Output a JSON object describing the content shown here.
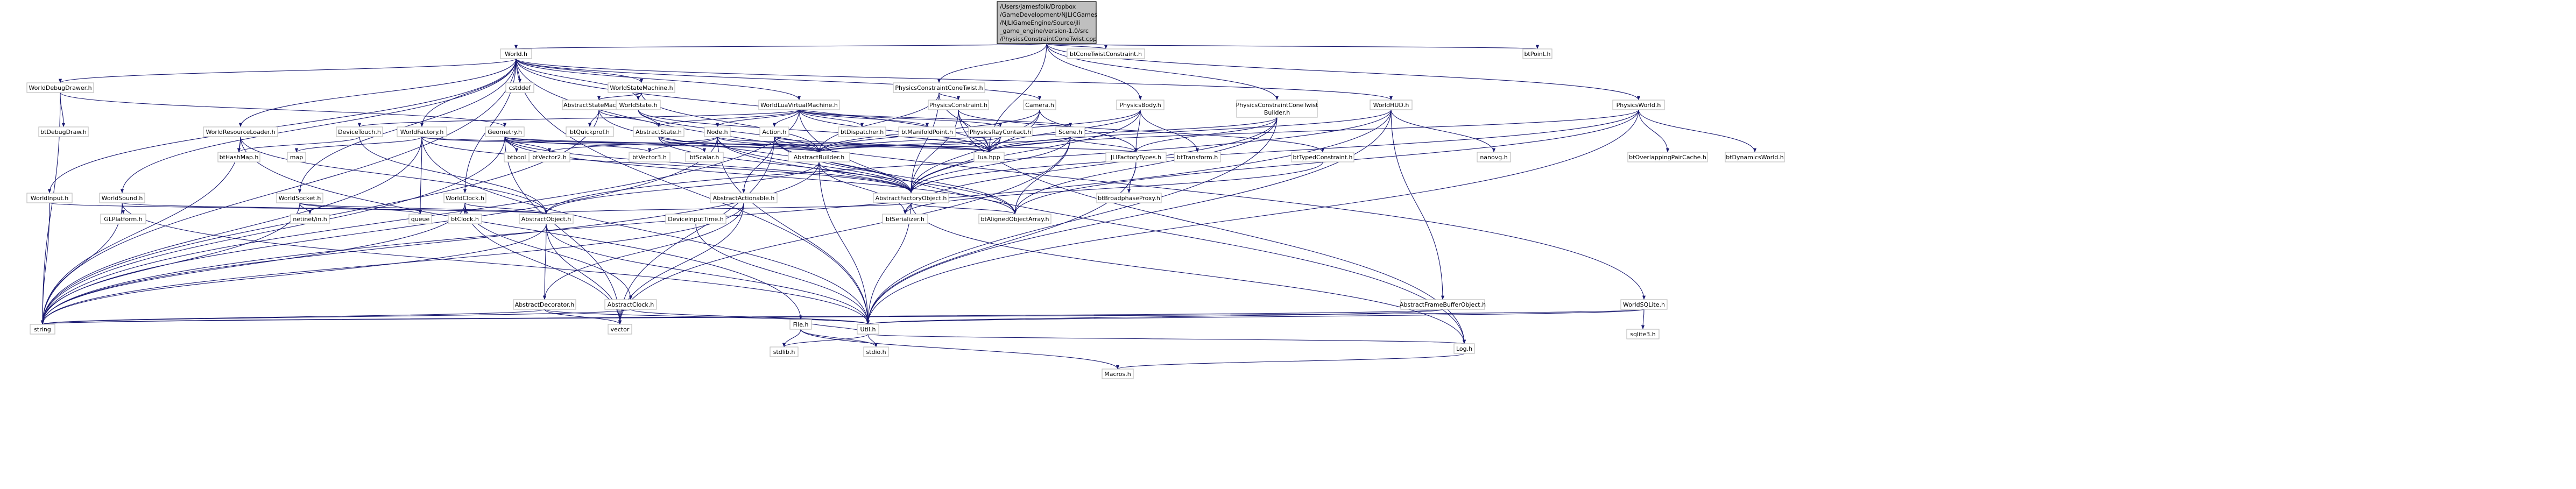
{
  "graph": {
    "root": {
      "label_lines": [
        "/Users/jamesfolk/Dropbox",
        "/GameDevelopment/NJLICGames",
        "/NJLIGameEngine/Source/jli",
        "_game_engine/version-1.0/src",
        "/PhysicsConstraintConeTwist.cpp"
      ]
    },
    "nodes": {
      "world_h": "World.h",
      "btConeTwistConstraint_h": "btConeTwistConstraint.h",
      "btPoint_h": "btPoint.h",
      "cstddef": "cstddef",
      "WorldStateMachine_h": "WorldStateMachine.h",
      "PhysicsConstraintConeTwist_h": "PhysicsConstraintConeTwist.h",
      "WorldDebugDrawer_h": "WorldDebugDrawer.h",
      "AbstractStateMachine_h": "AbstractStateMachine.h",
      "WorldState_h": "WorldState.h",
      "WorldLuaVirtualMachine_h": "WorldLuaVirtualMachine.h",
      "PhysicsConstraint_h": "PhysicsConstraint.h",
      "PhysicsBody_h": "PhysicsBody.h",
      "Camera_h": "Camera.h",
      "PhysicsConstraintConeTwistBuilder_h": "PhysicsConstraintConeTwist\nBuilder.h",
      "WorldHUD_h": "WorldHUD.h",
      "PhysicsWorld_h": "PhysicsWorld.h",
      "btDebugDraw_h": "btDebugDraw.h",
      "WorldResourceLoader_h": "WorldResourceLoader.h",
      "DeviceTouch_h": "DeviceTouch.h",
      "WorldFactory_h": "WorldFactory.h",
      "Geometry_h": "Geometry.h",
      "btQuickprof_h": "btQuickprof.h",
      "AbstractState_h": "AbstractState.h",
      "Node_h": "Node.h",
      "Action_h": "Action.h",
      "btDispatcher_h": "btDispatcher.h",
      "btManifoldPoint_h": "btManifoldPoint.h",
      "PhysicsRayContact_h": "PhysicsRayContact.h",
      "Scene_h": "Scene.h",
      "btHashMap_h": "btHashMap.h",
      "map": "map",
      "btVector2_h": "btVector2.h",
      "btVector3_h": "btVector3.h",
      "btScalar_h": "btScalar.h",
      "btBool": "btbool",
      "AbstractBuilder_h": "AbstractBuilder.h",
      "lua_hpp": "lua.hpp",
      "JLIFactoryTypes_h": "JLIFactoryTypes.h",
      "btTransform_h": "btTransform.h",
      "btTypedConstraint_h": "btTypedConstraint.h",
      "nanovg_h": "nanovg.h",
      "btOverlappingPairCache_h": "btOverlappingPairCache.h",
      "btDynamicsWorld_h": "btDynamicsWorld.h",
      "WorldInput_h": "WorldInput.h",
      "WorldSound_h": "WorldSound.h",
      "WorldSocket_h": "WorldSocket.h",
      "WorldClock_h": "WorldClock.h",
      "AbstractActionable_h": "AbstractActionable.h",
      "AbstractFactoryObject_h": "AbstractFactoryObject.h",
      "btBroadphaseProxy_h": "btBroadphaseProxy.h",
      "WorldSQLite_h": "WorldSQLite.h",
      "GLPlatform_h": "GLPlatform.h",
      "netinet_in_h": "netinet/in.h",
      "queue": "queue",
      "btClock_h": "btClock.h",
      "AbstractObject_h": "AbstractObject.h",
      "DeviceInputTime_h": "DeviceInputTime.h",
      "btSerializer_h": "btSerializer.h",
      "btAlignedObjectArray_h": "btAlignedObjectArray.h",
      "AbstractFrameBufferObject_h": "AbstractFrameBufferObject.h",
      "sqlite3_h": "sqlite3.h",
      "AbstractDecorator_h": "AbstractDecorator.h",
      "AbstractClock_h": "AbstractClock.h",
      "string": "string",
      "vector": "vector",
      "File_h": "File.h",
      "Util_h": "Util.h",
      "stdlib_h": "stdlib.h",
      "stdio_h": "stdio.h",
      "Log_h": "Log.h",
      "Macros_h": "Macros.h"
    },
    "edges": [
      [
        "root",
        "world_h"
      ],
      [
        "root",
        "btConeTwistConstraint_h"
      ],
      [
        "root",
        "btPoint_h"
      ],
      [
        "root",
        "PhysicsConstraintConeTwist_h"
      ],
      [
        "root",
        "PhysicsConstraintConeTwistBuilder_h"
      ],
      [
        "root",
        "PhysicsWorld_h"
      ],
      [
        "root",
        "PhysicsBody_h"
      ],
      [
        "root",
        "lua_hpp"
      ],
      [
        "world_h",
        "cstddef"
      ],
      [
        "world_h",
        "WorldStateMachine_h"
      ],
      [
        "world_h",
        "WorldDebugDrawer_h"
      ],
      [
        "world_h",
        "WorldLuaVirtualMachine_h"
      ],
      [
        "world_h",
        "Camera_h"
      ],
      [
        "world_h",
        "WorldHUD_h"
      ],
      [
        "world_h",
        "WorldResourceLoader_h"
      ],
      [
        "world_h",
        "WorldFactory_h"
      ],
      [
        "world_h",
        "WorldInput_h"
      ],
      [
        "world_h",
        "WorldSound_h"
      ],
      [
        "world_h",
        "WorldSocket_h"
      ],
      [
        "world_h",
        "WorldClock_h"
      ],
      [
        "world_h",
        "WorldState_h"
      ],
      [
        "world_h",
        "WorldSQLite_h"
      ],
      [
        "world_h",
        "string"
      ],
      [
        "world_h",
        "Util_h"
      ],
      [
        "world_h",
        "lua_hpp"
      ],
      [
        "WorldStateMachine_h",
        "AbstractStateMachine_h"
      ],
      [
        "WorldStateMachine_h",
        "WorldState_h"
      ],
      [
        "WorldStateMachine_h",
        "AbstractBuilder_h"
      ],
      [
        "PhysicsConstraintConeTwist_h",
        "PhysicsConstraint_h"
      ],
      [
        "PhysicsConstraintConeTwist_h",
        "AbstractFactoryObject_h"
      ],
      [
        "PhysicsConstraintConeTwist_h",
        "lua_hpp"
      ],
      [
        "PhysicsConstraintConeTwist_h",
        "AbstractBuilder_h"
      ],
      [
        "WorldDebugDrawer_h",
        "btDebugDraw_h"
      ],
      [
        "WorldDebugDrawer_h",
        "Geometry_h"
      ],
      [
        "WorldDebugDrawer_h",
        "string"
      ],
      [
        "AbstractStateMachine_h",
        "AbstractState_h"
      ],
      [
        "AbstractStateMachine_h",
        "btQuickprof_h"
      ],
      [
        "AbstractStateMachine_h",
        "AbstractFactoryObject_h"
      ],
      [
        "AbstractStateMachine_h",
        "string"
      ],
      [
        "WorldState_h",
        "AbstractState_h"
      ],
      [
        "WorldState_h",
        "lua_hpp"
      ],
      [
        "WorldState_h",
        "AbstractBuilder_h"
      ],
      [
        "WorldLuaVirtualMachine_h",
        "DeviceTouch_h"
      ],
      [
        "WorldLuaVirtualMachine_h",
        "Node_h"
      ],
      [
        "WorldLuaVirtualMachine_h",
        "Action_h"
      ],
      [
        "WorldLuaVirtualMachine_h",
        "btDispatcher_h"
      ],
      [
        "WorldLuaVirtualMachine_h",
        "btManifoldPoint_h"
      ],
      [
        "WorldLuaVirtualMachine_h",
        "PhysicsRayContact_h"
      ],
      [
        "WorldLuaVirtualMachine_h",
        "Scene_h"
      ],
      [
        "WorldLuaVirtualMachine_h",
        "lua_hpp"
      ],
      [
        "WorldLuaVirtualMachine_h",
        "AbstractState_h"
      ],
      [
        "WorldLuaVirtualMachine_h",
        "Log_h"
      ],
      [
        "WorldLuaVirtualMachine_h",
        "string"
      ],
      [
        "PhysicsConstraint_h",
        "AbstractFactoryObject_h"
      ],
      [
        "PhysicsConstraint_h",
        "btTypedConstraint_h"
      ],
      [
        "PhysicsConstraint_h",
        "lua_hpp"
      ],
      [
        "PhysicsConstraint_h",
        "Log_h"
      ],
      [
        "PhysicsBody_h",
        "AbstractFactoryObject_h"
      ],
      [
        "PhysicsBody_h",
        "lua_hpp"
      ],
      [
        "PhysicsBody_h",
        "btTransform_h"
      ],
      [
        "PhysicsBody_h",
        "JLIFactoryTypes_h"
      ],
      [
        "PhysicsBody_h",
        "AbstractBuilder_h"
      ],
      [
        "Camera_h",
        "AbstractBuilder_h"
      ],
      [
        "Camera_h",
        "AbstractFactoryObject_h"
      ],
      [
        "Camera_h",
        "lua_hpp"
      ],
      [
        "Camera_h",
        "JLIFactoryTypes_h"
      ],
      [
        "PhysicsConstraintConeTwistBuilder_h",
        "AbstractBuilder_h"
      ],
      [
        "PhysicsConstraintConeTwistBuilder_h",
        "JLIFactoryTypes_h"
      ],
      [
        "PhysicsConstraintConeTwistBuilder_h",
        "Util_h"
      ],
      [
        "PhysicsConstraintConeTwistBuilder_h",
        "btSerializer_h"
      ],
      [
        "PhysicsConstraintConeTwistBuilder_h",
        "btAlignedObjectArray_h"
      ],
      [
        "WorldHUD_h",
        "nanovg_h"
      ],
      [
        "WorldHUD_h",
        "AbstractFrameBufferObject_h"
      ],
      [
        "WorldHUD_h",
        "lua_hpp"
      ],
      [
        "WorldHUD_h",
        "Util_h"
      ],
      [
        "WorldHUD_h",
        "string"
      ],
      [
        "WorldHUD_h",
        "AbstractObject_h"
      ],
      [
        "PhysicsWorld_h",
        "btOverlappingPairCache_h"
      ],
      [
        "PhysicsWorld_h",
        "btDynamicsWorld_h"
      ],
      [
        "PhysicsWorld_h",
        "AbstractFactoryObject_h"
      ],
      [
        "PhysicsWorld_h",
        "lua_hpp"
      ],
      [
        "PhysicsWorld_h",
        "Util_h"
      ],
      [
        "PhysicsWorld_h",
        "btAlignedObjectArray_h"
      ],
      [
        "WorldResourceLoader_h",
        "btHashMap_h"
      ],
      [
        "WorldResourceLoader_h",
        "File_h"
      ],
      [
        "WorldResourceLoader_h",
        "string"
      ],
      [
        "WorldResourceLoader_h",
        "AbstractObject_h"
      ],
      [
        "DeviceTouch_h",
        "btHashMap_h"
      ],
      [
        "DeviceTouch_h",
        "AbstractObject_h"
      ],
      [
        "WorldFactory_h",
        "map"
      ],
      [
        "WorldFactory_h",
        "AbstractFactoryObject_h"
      ],
      [
        "WorldFactory_h",
        "AbstractBuilder_h"
      ],
      [
        "WorldFactory_h",
        "JLIFactoryTypes_h"
      ],
      [
        "WorldFactory_h",
        "Util_h"
      ],
      [
        "WorldFactory_h",
        "string"
      ],
      [
        "WorldFactory_h",
        "queue"
      ],
      [
        "Geometry_h",
        "btVector2_h"
      ],
      [
        "Geometry_h",
        "btVector3_h"
      ],
      [
        "Geometry_h",
        "btBool"
      ],
      [
        "Geometry_h",
        "AbstractBuilder_h"
      ],
      [
        "Geometry_h",
        "AbstractFactoryObject_h"
      ],
      [
        "Geometry_h",
        "lua_hpp"
      ],
      [
        "Geometry_h",
        "vector"
      ],
      [
        "Geometry_h",
        "string"
      ],
      [
        "Geometry_h",
        "btAlignedObjectArray_h"
      ],
      [
        "AbstractState_h",
        "btScalar_h"
      ],
      [
        "AbstractState_h",
        "AbstractFactoryObject_h"
      ],
      [
        "AbstractState_h",
        "AbstractBuilder_h"
      ],
      [
        "Node_h",
        "btVector2_h"
      ],
      [
        "Node_h",
        "btVector3_h"
      ],
      [
        "Node_h",
        "AbstractBuilder_h"
      ],
      [
        "Node_h",
        "AbstractFactoryObject_h"
      ],
      [
        "Node_h",
        "lua_hpp"
      ],
      [
        "Node_h",
        "string"
      ],
      [
        "Node_h",
        "Util_h"
      ],
      [
        "Node_h",
        "btAlignedObjectArray_h"
      ],
      [
        "Action_h",
        "AbstractActionable_h"
      ],
      [
        "Action_h",
        "AbstractBuilder_h"
      ],
      [
        "Action_h",
        "AbstractFactoryObject_h"
      ],
      [
        "Action_h",
        "lua_hpp"
      ],
      [
        "Action_h",
        "vector"
      ],
      [
        "Action_h",
        "btAlignedObjectArray_h"
      ],
      [
        "PhysicsRayContact_h",
        "AbstractBuilder_h"
      ],
      [
        "PhysicsRayContact_h",
        "AbstractFactoryObject_h"
      ],
      [
        "PhysicsRayContact_h",
        "lua_hpp"
      ],
      [
        "Scene_h",
        "AbstractBuilder_h"
      ],
      [
        "Scene_h",
        "AbstractFactoryObject_h"
      ],
      [
        "Scene_h",
        "lua_hpp"
      ],
      [
        "Scene_h",
        "JLIFactoryTypes_h"
      ],
      [
        "Scene_h",
        "vector"
      ],
      [
        "Scene_h",
        "btAlignedObjectArray_h"
      ],
      [
        "AbstractBuilder_h",
        "AbstractFactoryObject_h"
      ],
      [
        "AbstractBuilder_h",
        "AbstractObject_h"
      ],
      [
        "AbstractBuilder_h",
        "Util_h"
      ],
      [
        "AbstractBuilder_h",
        "btSerializer_h"
      ],
      [
        "AbstractBuilder_h",
        "string"
      ],
      [
        "JLIFactoryTypes_h",
        "btBroadphaseProxy_h"
      ],
      [
        "JLIFactoryTypes_h",
        "Util_h"
      ],
      [
        "btTypedConstraint_h",
        "btSerializer_h"
      ],
      [
        "WorldInput_h",
        "AbstractObject_h"
      ],
      [
        "WorldInput_h",
        "string"
      ],
      [
        "WorldSound_h",
        "GLPlatform_h"
      ],
      [
        "WorldSound_h",
        "AbstractObject_h"
      ],
      [
        "WorldSound_h",
        "string"
      ],
      [
        "WorldSound_h",
        "Util_h"
      ],
      [
        "WorldSocket_h",
        "netinet_in_h"
      ],
      [
        "WorldSocket_h",
        "queue"
      ],
      [
        "WorldSocket_h",
        "AbstractObject_h"
      ],
      [
        "WorldSocket_h",
        "string"
      ],
      [
        "WorldClock_h",
        "btClock_h"
      ],
      [
        "WorldClock_h",
        "AbstractObject_h"
      ],
      [
        "WorldClock_h",
        "AbstractClock_h"
      ],
      [
        "WorldClock_h",
        "string"
      ],
      [
        "WorldClock_h",
        "vector"
      ],
      [
        "AbstractActionable_h",
        "AbstractDecorator_h"
      ],
      [
        "AbstractActionable_h",
        "vector"
      ],
      [
        "AbstractActionable_h",
        "string"
      ],
      [
        "AbstractFactoryObject_h",
        "AbstractObject_h"
      ],
      [
        "AbstractFactoryObject_h",
        "btSerializer_h"
      ],
      [
        "AbstractFactoryObject_h",
        "btAlignedObjectArray_h"
      ],
      [
        "AbstractFactoryObject_h",
        "Util_h"
      ],
      [
        "AbstractFactoryObject_h",
        "Log_h"
      ],
      [
        "WorldSQLite_h",
        "sqlite3_h"
      ],
      [
        "WorldSQLite_h",
        "Util_h"
      ],
      [
        "WorldSQLite_h",
        "string"
      ],
      [
        "AbstractObject_h",
        "AbstractDecorator_h"
      ],
      [
        "AbstractObject_h",
        "string"
      ],
      [
        "AbstractObject_h",
        "vector"
      ],
      [
        "AbstractObject_h",
        "Util_h"
      ],
      [
        "AbstractDecorator_h",
        "string"
      ],
      [
        "AbstractDecorator_h",
        "vector"
      ],
      [
        "AbstractDecorator_h",
        "Util_h"
      ],
      [
        "AbstractClock_h",
        "Util_h"
      ],
      [
        "AbstractClock_h",
        "string"
      ],
      [
        "DeviceInputTime_h",
        "Util_h"
      ],
      [
        "AbstractFrameBufferObject_h",
        "Util_h"
      ],
      [
        "AbstractFrameBufferObject_h",
        "string"
      ],
      [
        "File_h",
        "stdlib_h"
      ],
      [
        "File_h",
        "stdio_h"
      ],
      [
        "File_h",
        "Macros_h"
      ],
      [
        "Util_h",
        "stdlib_h"
      ],
      [
        "Util_h",
        "stdio_h"
      ],
      [
        "Util_h",
        "Log_h"
      ],
      [
        "Util_h",
        "File_h"
      ],
      [
        "Log_h",
        "Macros_h"
      ]
    ]
  }
}
